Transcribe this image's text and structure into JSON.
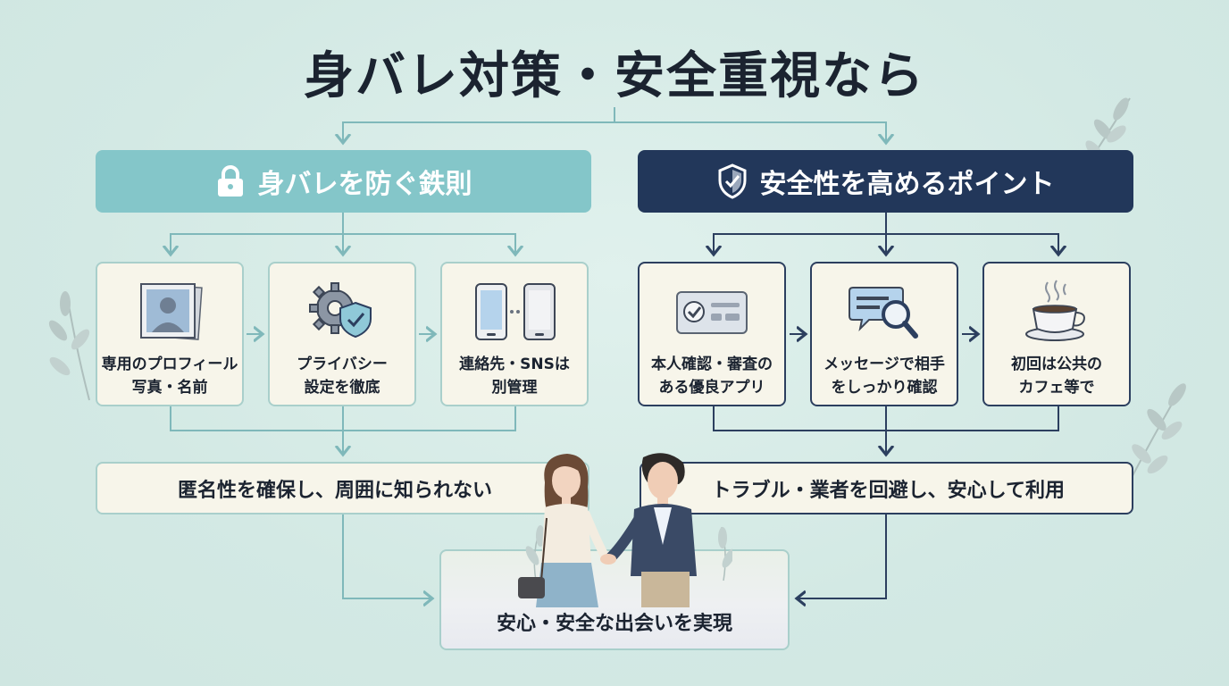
{
  "title": "身バレ対策・安全重視なら",
  "left": {
    "header": "身バレを防ぐ鉄則",
    "header_icon": "lock-icon",
    "cards": [
      {
        "line1": "専用のプロフィール",
        "line2": "写真・名前",
        "icon": "profile-photo-icon"
      },
      {
        "line1": "プライバシー",
        "line2": "設定を徹底",
        "icon": "gear-shield-icon"
      },
      {
        "line1": "連絡先・SNSは",
        "line2": "別管理",
        "icon": "two-phones-icon"
      }
    ],
    "result": "匿名性を確保し、周囲に知られない"
  },
  "right": {
    "header": "安全性を高めるポイント",
    "header_icon": "shield-check-icon",
    "cards": [
      {
        "line1": "本人確認・審査の",
        "line2": "ある優良アプリ",
        "icon": "id-card-check-icon"
      },
      {
        "line1": "メッセージで相手",
        "line2": "をしっかり確認",
        "icon": "message-search-icon"
      },
      {
        "line1": "初回は公共の",
        "line2": "カフェ等で",
        "icon": "coffee-cup-icon"
      }
    ],
    "result": "トラブル・業者を回避し、安心して利用"
  },
  "final": "安心・安全な出会いを実現",
  "colors": {
    "background": "#d6ebe6",
    "teal": "#84c6c9",
    "navy": "#22375a",
    "card": "#f7f5ea"
  }
}
